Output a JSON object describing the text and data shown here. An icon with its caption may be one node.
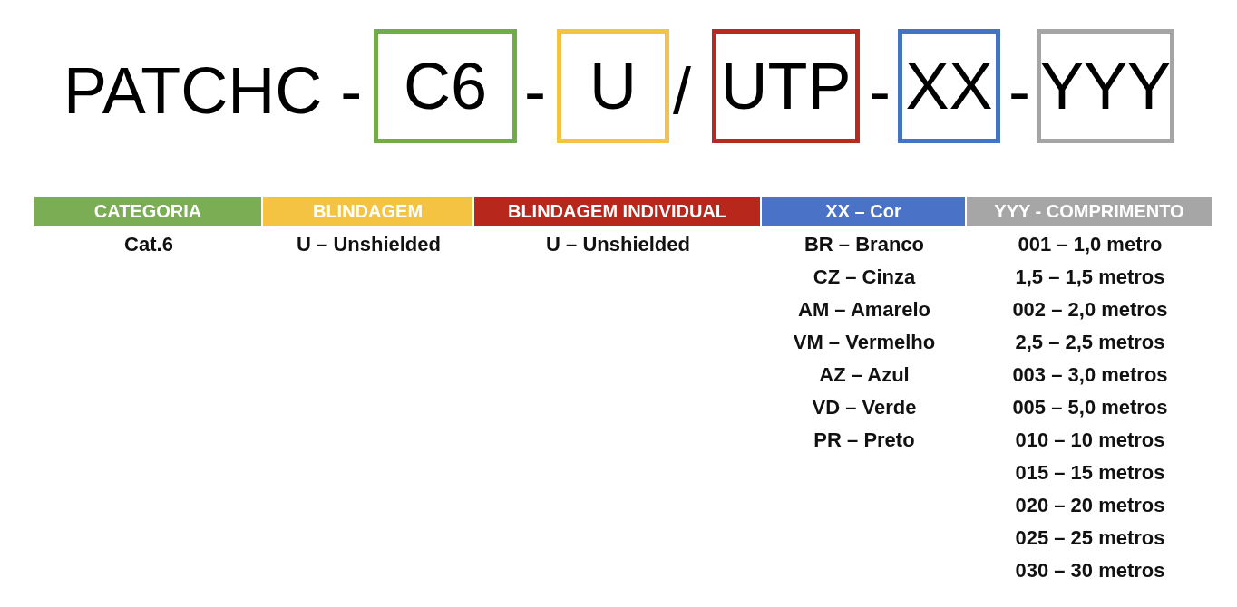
{
  "diagram": {
    "nodes": [
      {
        "text": [
          "C6"
        ]
      },
      {
        "text": [
          "U"
        ]
      },
      {
        "text": [
          "UTP"
        ]
      },
      {
        "text": [
          "XX"
        ]
      },
      {
        "text": [
          "YYY"
        ]
      },
      {
        "text": [
          "CATEGORIA"
        ],
        "beside": [
          "Cat.6"
        ]
      },
      {
        "text": [
          "BLINDAGEM"
        ],
        "beside": [
          "U – Unshielded"
        ]
      },
      {
        "text": [
          "BLINDAGEM INDIVIDUAL"
        ],
        "beside": [
          "U – Unshielded"
        ]
      },
      {
        "text": [
          "XX – Cor"
        ],
        "beside": [
          "BR – Branco",
          "CZ – Cinza",
          "AM – Amarelo",
          "VM – Vermelho",
          "AZ – Azul",
          "VD – Verde",
          "PR – Preto"
        ]
      },
      {
        "text": [
          "YYY - COMPRIMENTO"
        ],
        "beside": [
          "001 – 1,0 metro",
          "1,5 – 1,5 metros",
          "002 – 2,0 metros",
          "2,5 – 2,5 metros",
          "003 – 3,0 metros",
          "005 – 5,0 metros",
          "010 – 10 metros",
          "015 – 15 metros",
          "020 – 20 metros",
          "025 – 25 metros",
          "030 – 30 metros"
        ]
      }
    ],
    "labels": [
      "PATCHC -",
      "-",
      "/",
      "-",
      "-"
    ]
  }
}
